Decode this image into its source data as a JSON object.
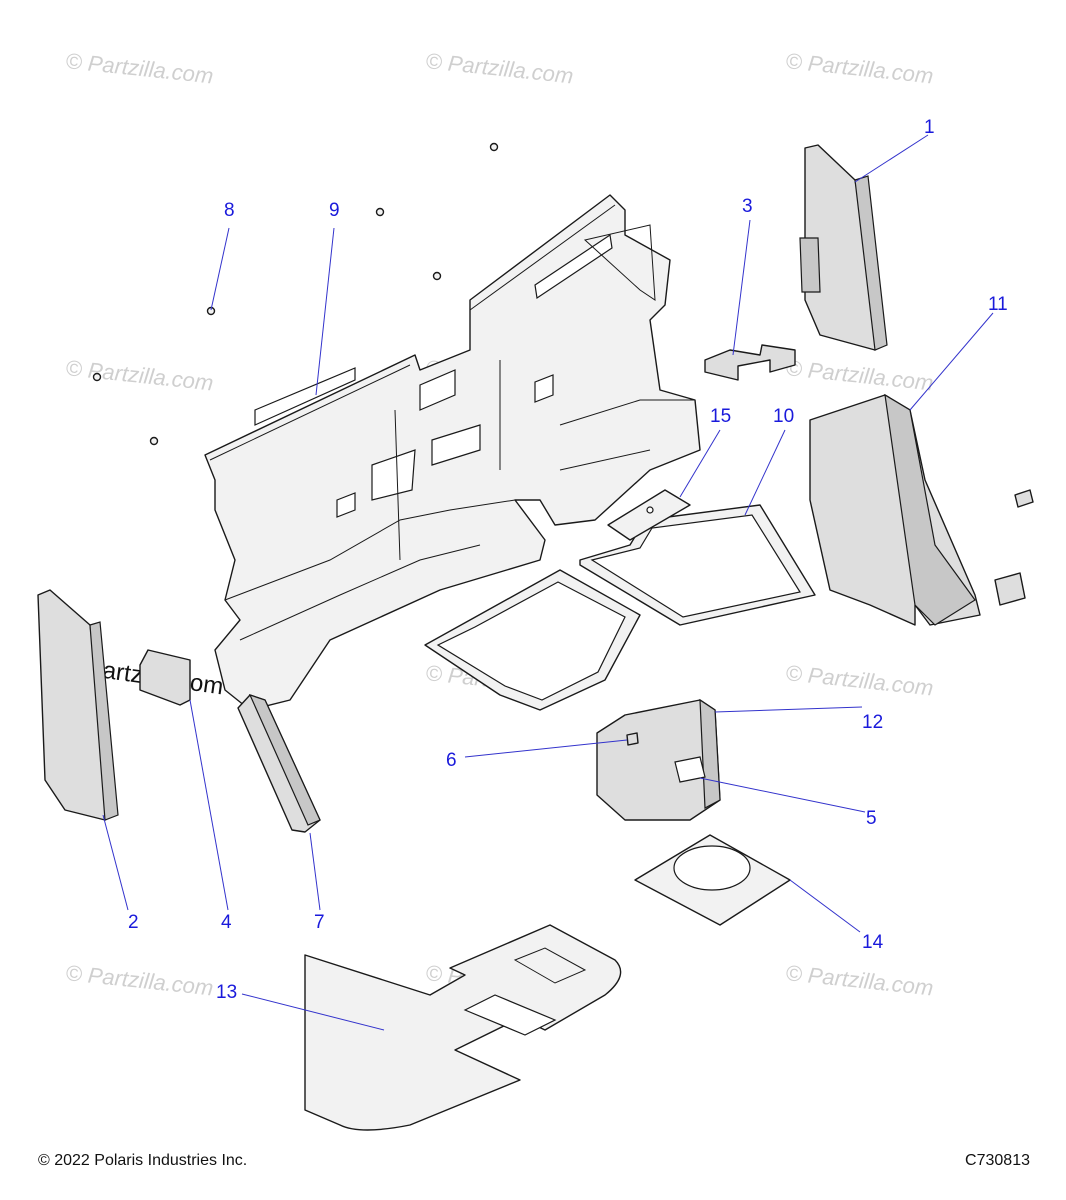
{
  "watermark": "© Partzilla.com",
  "footer": {
    "copyright": "© 2022 Polaris Industries Inc.",
    "drawing_id": "C730813"
  },
  "callouts": [
    "1",
    "2",
    "3",
    "4",
    "5",
    "6",
    "7",
    "8",
    "9",
    "10",
    "11",
    "12",
    "13",
    "14",
    "15"
  ],
  "colors": {
    "callout": "#1a1adb",
    "leader": "#3333cc",
    "line": "#1a1a1a"
  }
}
